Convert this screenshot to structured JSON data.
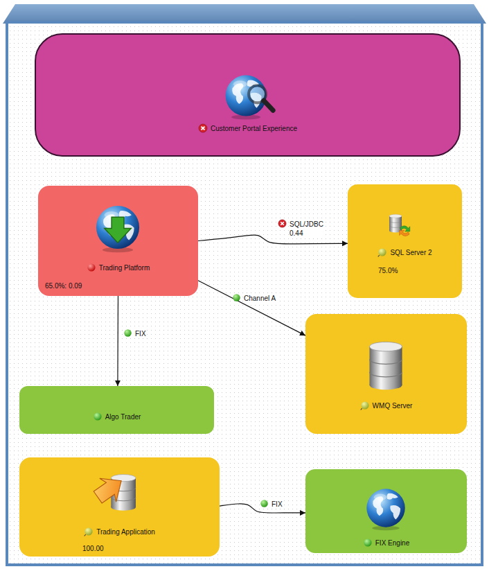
{
  "diagram": {
    "nodes": [
      {
        "text": [
          "Customer Portal Experience"
        ]
      },
      {
        "text": [
          "Trading Platform",
          "65.0%: 0.09"
        ]
      },
      {
        "text": [
          "SQL Server 2",
          "75.0%"
        ]
      },
      {
        "text": [
          "Algo Trader"
        ]
      },
      {
        "text": [
          "WMQ Server"
        ]
      },
      {
        "text": [
          "Trading Application",
          "100.00"
        ]
      },
      {
        "text": [
          "FIX Engine"
        ]
      }
    ],
    "edges": [
      {
        "from": 1,
        "to": 2,
        "arrow": "to",
        "label": "SQL/JDBC 0.44"
      },
      {
        "from": 1,
        "to": 4,
        "arrow": "to",
        "label": "Channel A"
      },
      {
        "from": 1,
        "to": 3,
        "arrow": "to",
        "label": "FIX"
      },
      {
        "from": 5,
        "to": 6,
        "arrow": "to",
        "label": "FIX"
      }
    ]
  }
}
